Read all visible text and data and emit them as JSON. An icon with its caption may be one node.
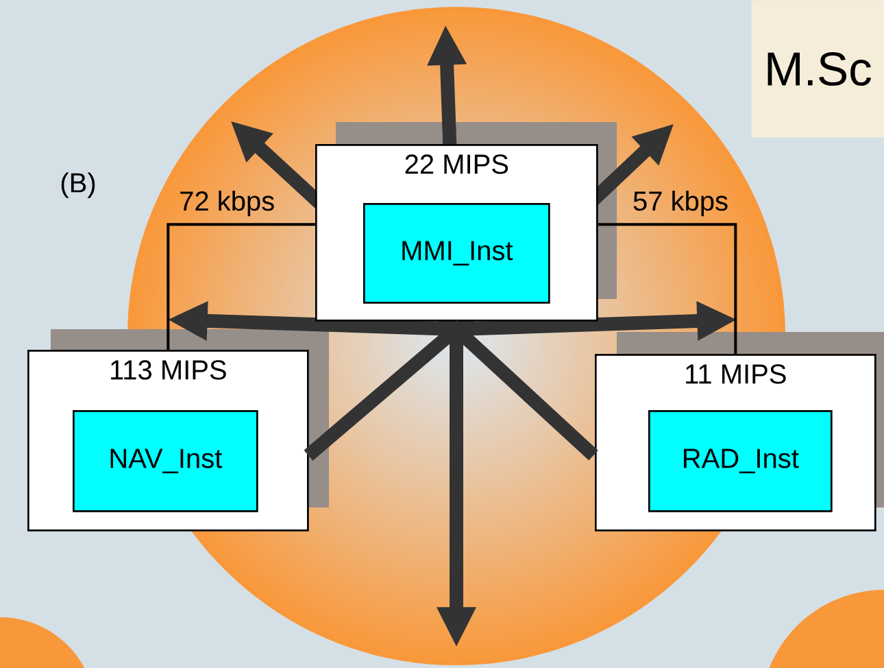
{
  "diagram": {
    "nodes": [
      {
        "text": [
          "22 MIPS"
        ]
      },
      {
        "text": [
          "MMI_Inst"
        ],
        "in": 0
      },
      {
        "text": [
          "113 MIPS"
        ]
      },
      {
        "text": [
          "NAV_Inst"
        ],
        "in": 2
      },
      {
        "text": [
          "11 MIPS"
        ]
      },
      {
        "text": [
          "RAD_Inst"
        ],
        "in": 4
      }
    ],
    "edges": [
      {
        "from": 0,
        "to": 2,
        "arrow": "none",
        "label": "72 kbps"
      },
      {
        "from": 0,
        "to": 4,
        "arrow": "none",
        "label": "57 kbps"
      },
      {
        "from": 2,
        "to": 4,
        "arrow": "none",
        "style": "thick"
      }
    ],
    "labels": [
      "(B)",
      "M.Sc"
    ]
  }
}
